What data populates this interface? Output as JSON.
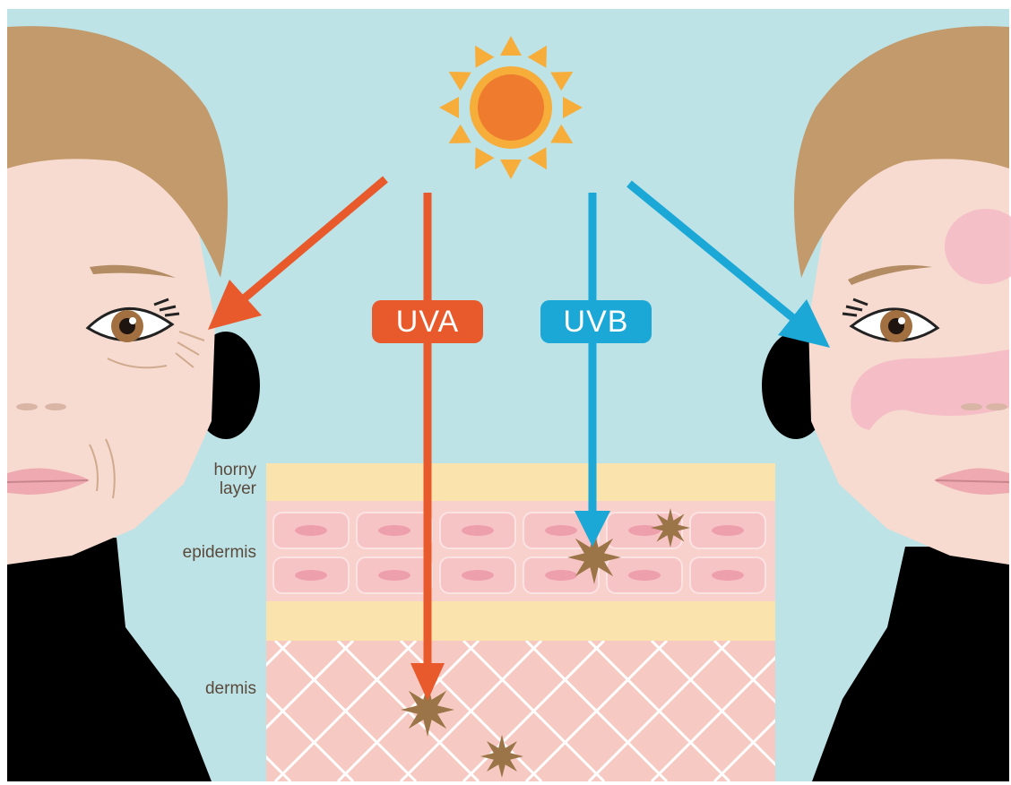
{
  "labels": {
    "uva": "UVA",
    "uvb": "UVB",
    "horny_layer_line1": "horny",
    "horny_layer_line2": "layer",
    "epidermis": "epidermis",
    "dermis": "dermis"
  },
  "colors": {
    "sky": "#bde3e7",
    "uva": "#e85a2c",
    "uvb": "#1ba8d6",
    "sun_core": "#ef7b2e",
    "sun_rays": "#f6ad3a",
    "hair": "#c39a6c",
    "skin": "#f7dbd0",
    "horny_layer": "#fbe3ad",
    "epidermis": "#f8d0cc",
    "cell": "#f7c4c6",
    "dermis": "#f6cac3",
    "melanin": "#9b7548",
    "neck": "#000000"
  }
}
